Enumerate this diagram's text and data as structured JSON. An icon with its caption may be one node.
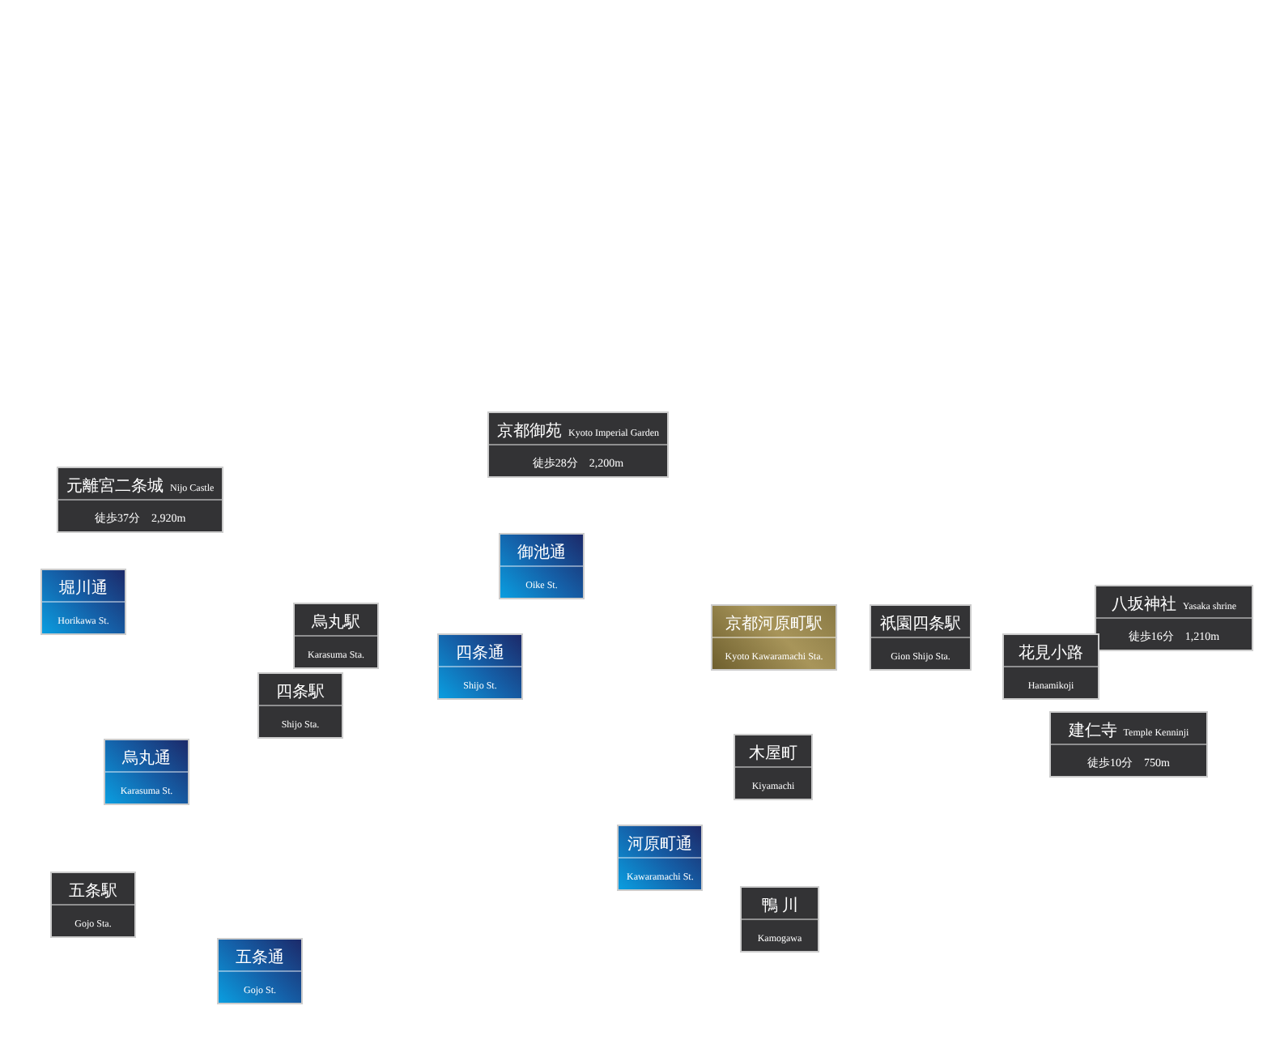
{
  "diagram": {
    "nodes": [
      {
        "text": [
          "京都御苑",
          "Kyoto Imperial Garden",
          "徒歩28分　2,200m"
        ]
      },
      {
        "text": [
          "元離宮二条城",
          "Nijo Castle",
          "徒歩37分　2,920m"
        ]
      },
      {
        "text": [
          "御池通",
          "Oike St."
        ]
      },
      {
        "text": [
          "堀川通",
          "Horikawa St."
        ]
      },
      {
        "text": [
          "烏丸駅",
          "Karasuma Sta."
        ]
      },
      {
        "text": [
          "四条通",
          "Shijo St."
        ]
      },
      {
        "text": [
          "京都河原町駅",
          "Kyoto Kawaramachi Sta."
        ]
      },
      {
        "text": [
          "祇園四条駅",
          "Gion Shijo Sta."
        ]
      },
      {
        "text": [
          "八坂神社",
          "Yasaka shrine",
          "徒歩16分　1,210m"
        ]
      },
      {
        "text": [
          "花見小路",
          "Hanamikoji"
        ]
      },
      {
        "text": [
          "四条駅",
          "Shijo Sta."
        ]
      },
      {
        "text": [
          "烏丸通",
          "Karasuma St."
        ]
      },
      {
        "text": [
          "建仁寺",
          "Temple Kenninji",
          "徒歩10分　750m"
        ]
      },
      {
        "text": [
          "木屋町",
          "Kiyamachi"
        ]
      },
      {
        "text": [
          "河原町通",
          "Kawaramachi St."
        ]
      },
      {
        "text": [
          "五条駅",
          "Gojo Sta."
        ]
      },
      {
        "text": [
          "鴨 川",
          "Kamogawa"
        ]
      },
      {
        "text": [
          "五条通",
          "Gojo St."
        ]
      }
    ]
  }
}
